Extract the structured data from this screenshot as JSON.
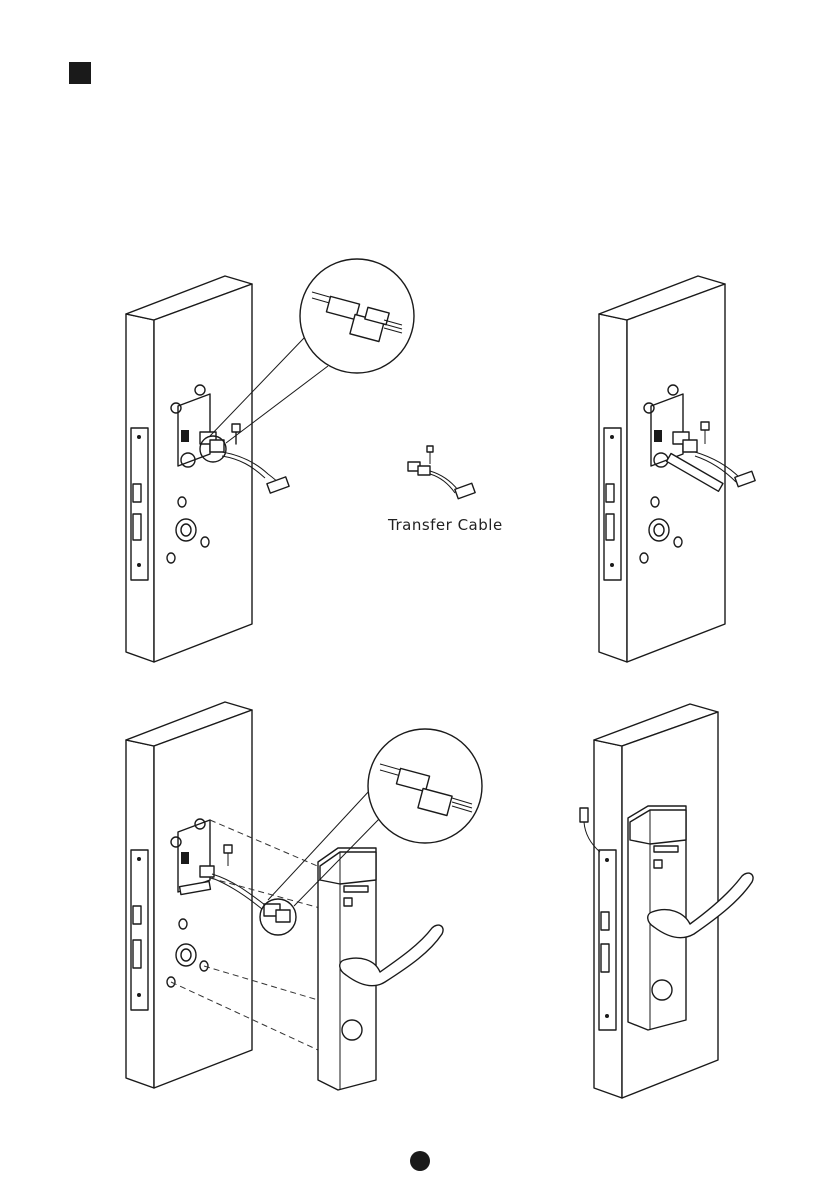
{
  "page": {
    "heading_square": "square-bullet",
    "caption": "Transfer Cable",
    "page_indicator": "page-number-dot"
  },
  "figures": [
    {
      "name": "door-with-connector-pulled-out",
      "detail": "connector-magnifier"
    },
    {
      "name": "transfer-cable"
    },
    {
      "name": "door-with-adapter-connected"
    },
    {
      "name": "panel-assembly-exploded",
      "detail": "connector-magnifier"
    },
    {
      "name": "assembled-lock"
    }
  ]
}
